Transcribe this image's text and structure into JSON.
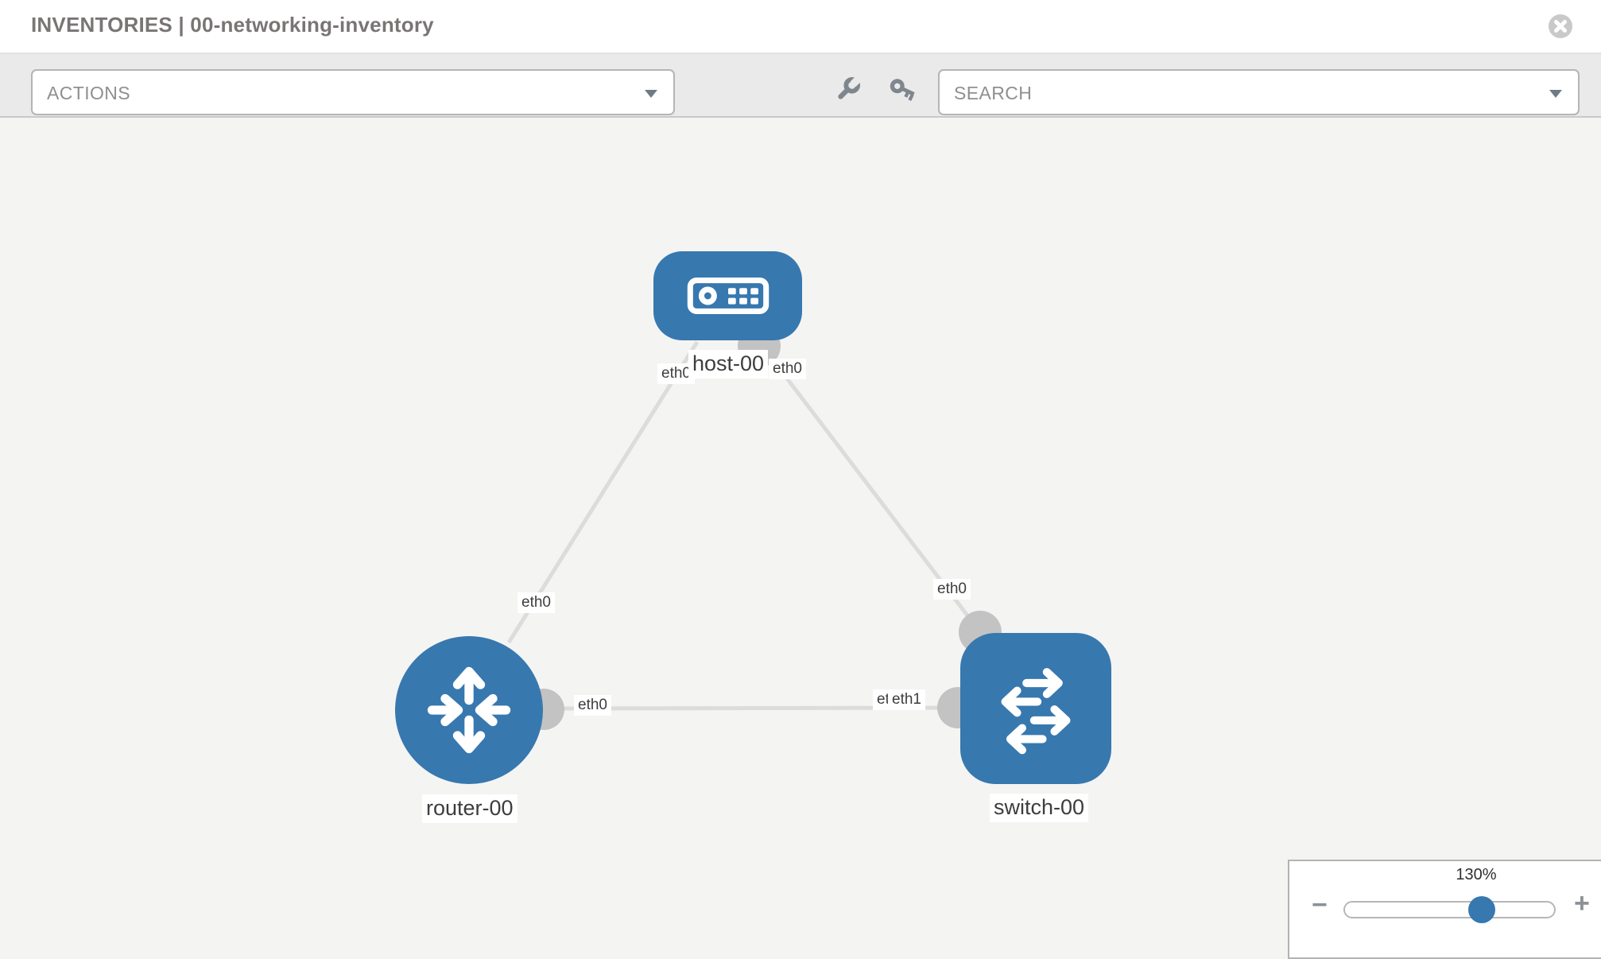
{
  "header": {
    "title": "INVENTORIES | 00-networking-inventory"
  },
  "toolbar": {
    "actions_label": "ACTIONS",
    "search_placeholder": "SEARCH"
  },
  "topology": {
    "nodes": [
      {
        "id": "host-00",
        "type": "host",
        "label": "host-00"
      },
      {
        "id": "router-00",
        "type": "router",
        "label": "router-00"
      },
      {
        "id": "switch-00",
        "type": "switch",
        "label": "switch-00"
      }
    ],
    "links": [
      {
        "from": "host-00",
        "to": "router-00",
        "from_interface": "eth0",
        "to_interface": "eth0"
      },
      {
        "from": "host-00",
        "to": "switch-00",
        "from_interface": "eth0",
        "to_interface": "eth0"
      },
      {
        "from": "router-00",
        "to": "switch-00",
        "from_interface": "eth0",
        "to_interface": "eth1"
      }
    ]
  },
  "zoom_control": {
    "level": "130%",
    "minus_label": "−",
    "plus_label": "+"
  },
  "colors": {
    "node_blue": "#3778af",
    "edge_gray": "#dcdcdc",
    "port_gray": "#c3c3c3",
    "toolbar_gray": "#eaeaea"
  }
}
